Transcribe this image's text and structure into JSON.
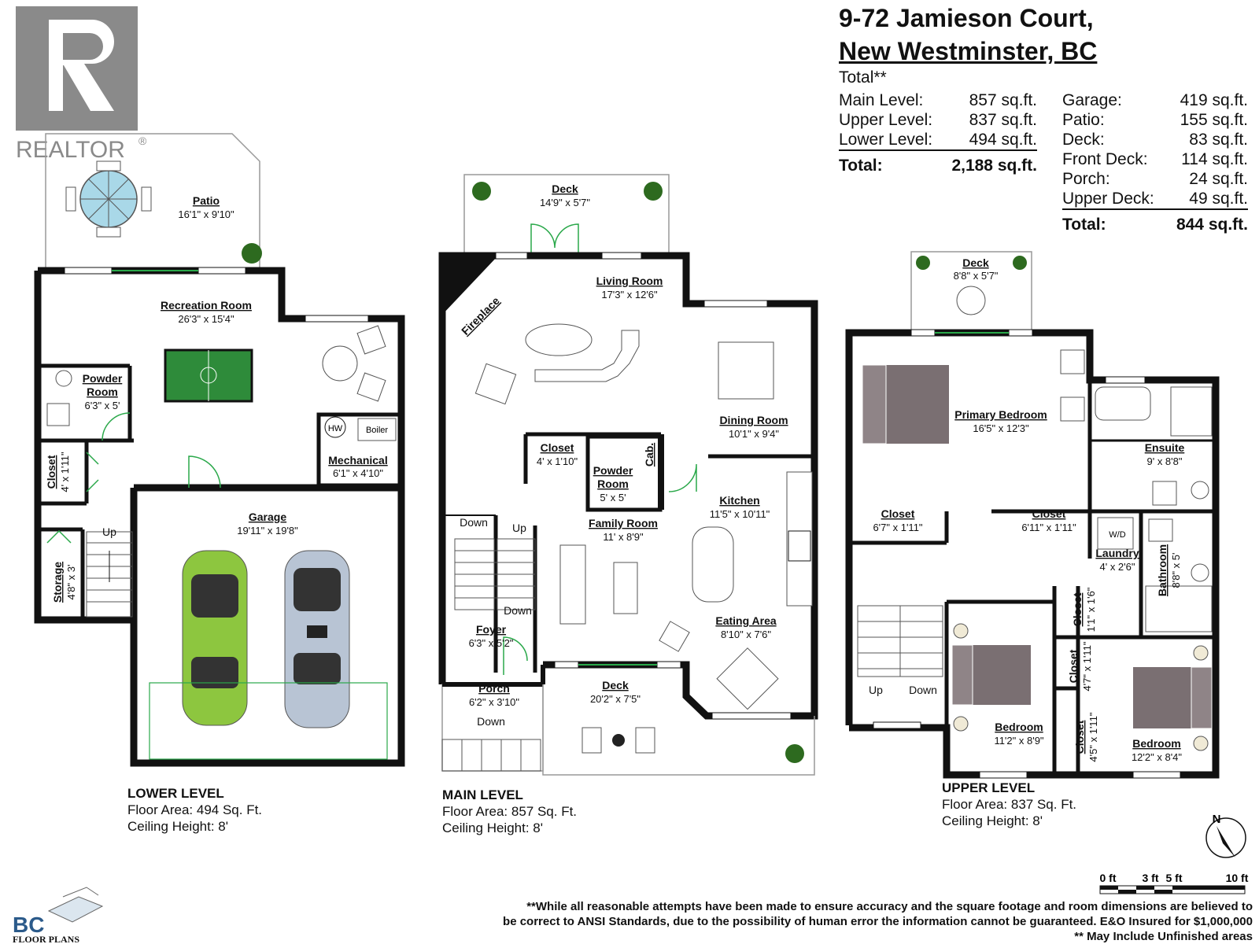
{
  "header": {
    "address_line1": "9-72 Jamieson Court,",
    "address_line2": "New Westminster, BC"
  },
  "brand": {
    "realtor": "REALTOR",
    "reg_mark": "®",
    "bc_logo_top": "BC",
    "bc_logo_bottom": "FLOOR PLANS"
  },
  "totals": {
    "heading": "Total**",
    "rows": [
      {
        "label": "Main Level:",
        "value": "857 sq.ft."
      },
      {
        "label": "Upper Level:",
        "value": "837 sq.ft."
      },
      {
        "label": "Lower Level:",
        "value": "494 sq.ft."
      }
    ],
    "total_label": "Total:",
    "total_value": "2,188 sq.ft."
  },
  "unfinished": {
    "rows": [
      {
        "label": "Garage:",
        "value": "419 sq.ft."
      },
      {
        "label": "Patio:",
        "value": "155 sq.ft."
      },
      {
        "label": "Deck:",
        "value": "83 sq.ft."
      },
      {
        "label": "Front Deck:",
        "value": "114 sq.ft."
      },
      {
        "label": "Porch:",
        "value": "24 sq.ft."
      },
      {
        "label": "Upper Deck:",
        "value": "49 sq.ft."
      }
    ],
    "total_label": "Total:",
    "total_value": "844 sq.ft."
  },
  "levels": {
    "lower": {
      "title": "LOWER LEVEL",
      "area": "Floor Area: 494 Sq. Ft.",
      "ceiling": "Ceiling Height: 8'",
      "rooms": {
        "patio": {
          "name": "Patio",
          "dim": "16'1\" x 9'10\""
        },
        "recreation": {
          "name": "Recreation Room",
          "dim": "26'3\" x 15'4\""
        },
        "powder": {
          "name1": "Powder",
          "name2": "Room",
          "dim": "6'3\" x 5'"
        },
        "closet": {
          "name": "Closet",
          "dim": "4' x 1'11\""
        },
        "storage": {
          "name": "Storage",
          "dim": "4'8\" x 3'"
        },
        "mechanical": {
          "name": "Mechanical",
          "dim": "6'1\" x 4'10\""
        },
        "garage": {
          "name": "Garage",
          "dim": "19'11\" x 19'8\""
        }
      },
      "labels": {
        "hw": "HW",
        "boiler": "Boiler",
        "up": "Up"
      }
    },
    "main": {
      "title": "MAIN LEVEL",
      "area": "Floor Area: 857 Sq. Ft.",
      "ceiling": "Ceiling Height: 8'",
      "rooms": {
        "deck": {
          "name": "Deck",
          "dim": "14'9\" x 5'7\""
        },
        "living": {
          "name": "Living Room",
          "dim": "17'3\" x 12'6\""
        },
        "dining": {
          "name": "Dining Room",
          "dim": "10'1\" x 9'4\""
        },
        "closet": {
          "name": "Closet",
          "dim": "4' x 1'10\""
        },
        "powder": {
          "name1": "Powder",
          "name2": "Room",
          "dim": "5' x 5'"
        },
        "kitchen": {
          "name": "Kitchen",
          "dim": "11'5\" x 10'11\""
        },
        "family": {
          "name": "Family Room",
          "dim": "11' x 8'9\""
        },
        "eating": {
          "name": "Eating Area",
          "dim": "8'10\" x 7'6\""
        },
        "foyer": {
          "name": "Foyer",
          "dim": "6'3\" x 5'2\""
        },
        "porch": {
          "name": "Porch",
          "dim": "6'2\" x 3'10\""
        },
        "deck2": {
          "name": "Deck",
          "dim": "20'2\" x 7'5\""
        }
      },
      "labels": {
        "fireplace": "Fireplace",
        "cab": "Cab.",
        "down": "Down",
        "up": "Up",
        "down2": "Down",
        "porch_down": "Down"
      }
    },
    "upper": {
      "title": "UPPER LEVEL",
      "area": "Floor Area: 837 Sq. Ft.",
      "ceiling": "Ceiling Height: 8'",
      "rooms": {
        "deck": {
          "name": "Deck",
          "dim": "8'8\" x 5'7\""
        },
        "primary": {
          "name": "Primary Bedroom",
          "dim": "16'5\" x 12'3\""
        },
        "ensuite": {
          "name": "Ensuite",
          "dim": "9' x 8'8\""
        },
        "closet_l": {
          "name": "Closet",
          "dim": "6'7\" x 1'11\""
        },
        "closet_r": {
          "name": "Closet",
          "dim": "6'11\" x 1'11\""
        },
        "laundry": {
          "name": "Laundry",
          "dim": "4' x 2'6\""
        },
        "bathroom": {
          "name": "Bathroom",
          "dim": "8'8\" x 5'"
        },
        "closet_a": {
          "name": "Closet",
          "dim": "1'1\" x 1'6\""
        },
        "closet_b": {
          "name": "Closet",
          "dim": "4'7\" x 1'11\""
        },
        "closet_c": {
          "name": "Closet",
          "dim": "4'5\" x 1'11\""
        },
        "bedroom1": {
          "name": "Bedroom",
          "dim": "11'2\" x 8'9\""
        },
        "bedroom2": {
          "name": "Bedroom",
          "dim": "12'2\" x 8'4\""
        }
      },
      "labels": {
        "wd": "W/D",
        "up": "Up",
        "down": "Down"
      }
    }
  },
  "compass": {
    "north": "N"
  },
  "scale": {
    "labels": [
      "0 ft",
      "3 ft",
      "5 ft",
      "10 ft"
    ]
  },
  "disclaimer": {
    "line1": "**While all reasonable attempts have been made to ensure accuracy and the square footage and room dimensions are believed to",
    "line2": "be correct to ANSI Standards, due to the possibility of human error the information cannot be guaranteed. E&O Insured for $1,000,000",
    "line3": "** May Include Unfinished areas"
  },
  "colors": {
    "wall": "#111111",
    "realtor": "#8a8a8a",
    "car_green": "#8dc63f",
    "car_silver": "#b8c4d4",
    "foosball": "#2e8b3a",
    "bed": "#7a6f72",
    "plant": "#2d6a1f"
  }
}
